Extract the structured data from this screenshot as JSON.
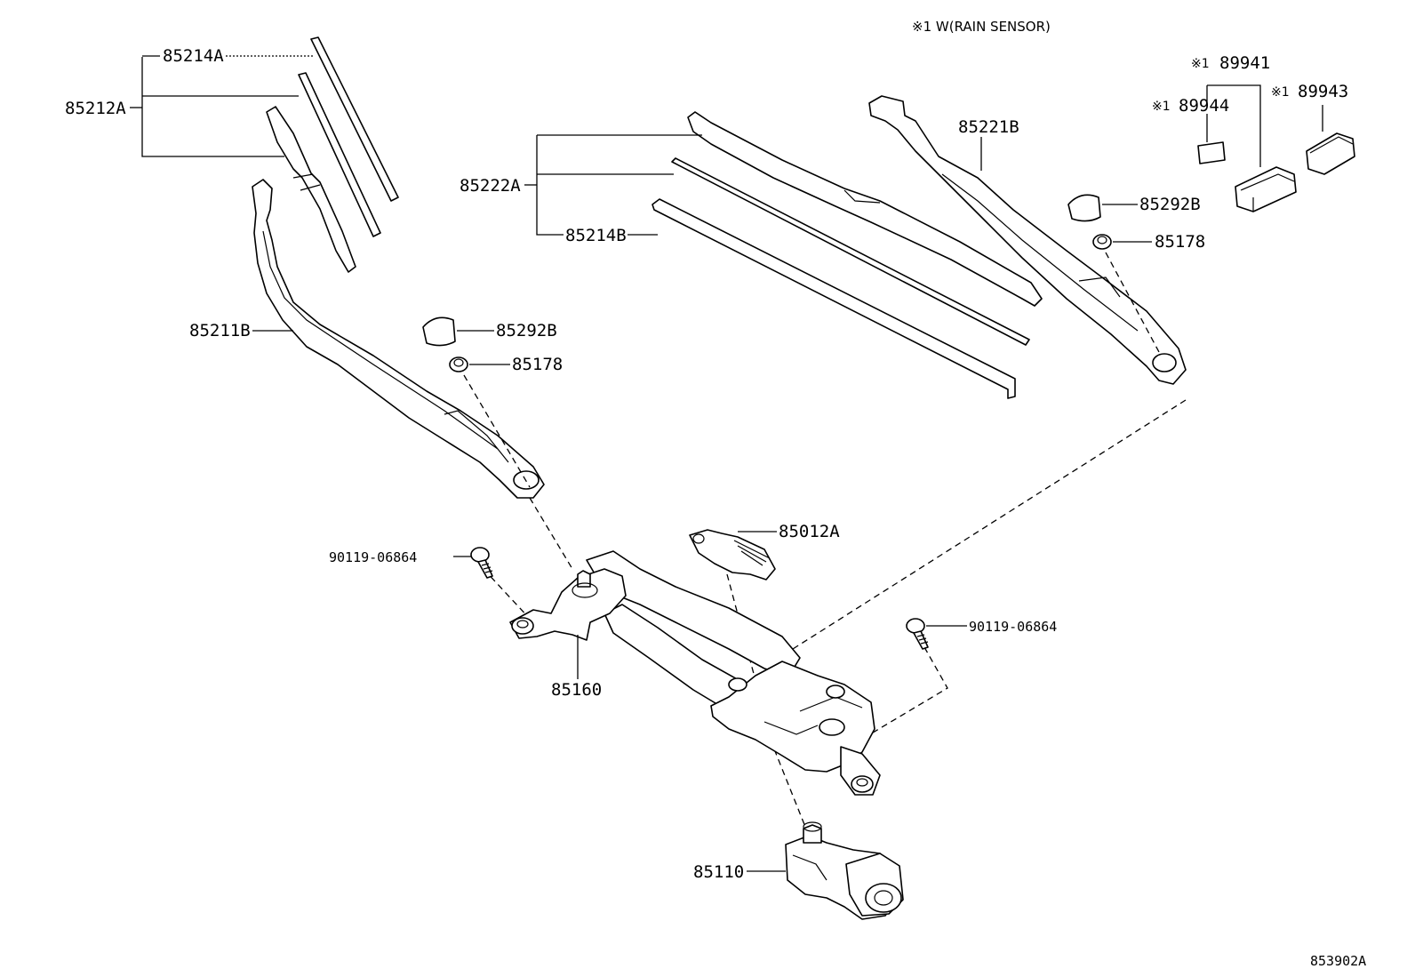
{
  "note": "※1 W(RAIN SENSOR)",
  "diagram_id": "853902A",
  "labels": {
    "p85214A": "85214A",
    "p85212A": "85212A",
    "p85211B": "85211B",
    "p85292B_left": "85292B",
    "p85178_left": "85178",
    "p85222A": "85222A",
    "p85214B": "85214B",
    "p85221B": "85221B",
    "p85292B_right": "85292B",
    "p85178_right": "85178",
    "p89941": "89941",
    "p89944": "89944",
    "p89943": "89943",
    "mark": "※1",
    "p85012A": "85012A",
    "p90119_left": "90119-06864",
    "p90119_right": "90119-06864",
    "p85160": "85160",
    "p85110": "85110"
  }
}
